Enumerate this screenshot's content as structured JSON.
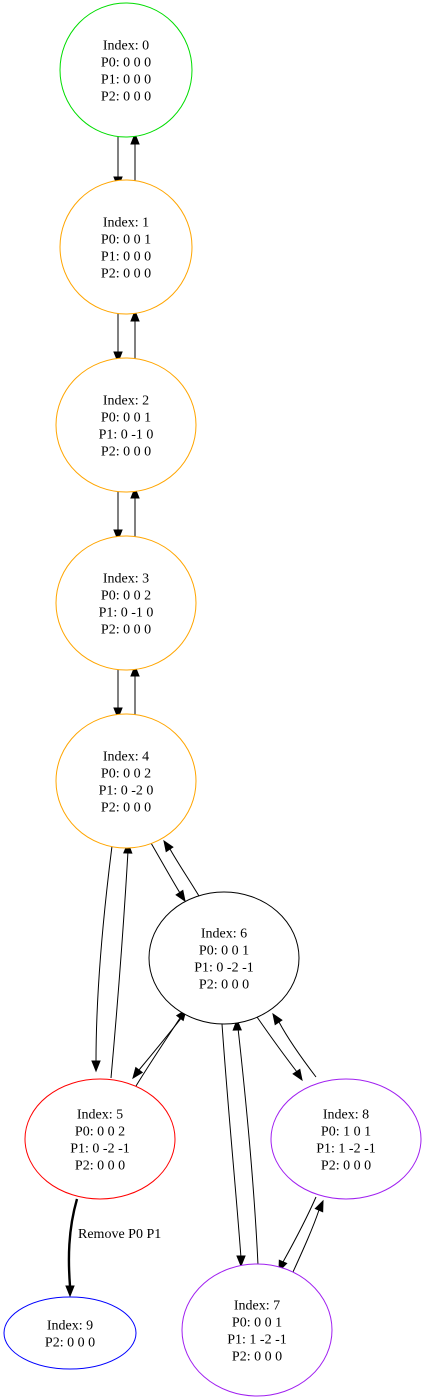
{
  "nodes": [
    {
      "id": "n0",
      "color": "#00dd00",
      "lines": [
        "Index: 0",
        "P0: 0 0 0",
        "P1: 0 0 0",
        "P2: 0 0 0"
      ]
    },
    {
      "id": "n1",
      "color": "#ffa500",
      "lines": [
        "Index: 1",
        "P0: 0 0 1",
        "P1: 0 0 0",
        "P2: 0 0 0"
      ]
    },
    {
      "id": "n2",
      "color": "#ffa500",
      "lines": [
        "Index: 2",
        "P0: 0 0 1",
        "P1: 0 -1 0",
        "P2: 0 0 0"
      ]
    },
    {
      "id": "n3",
      "color": "#ffa500",
      "lines": [
        "Index: 3",
        "P0: 0 0 2",
        "P1: 0 -1 0",
        "P2: 0 0 0"
      ]
    },
    {
      "id": "n4",
      "color": "#ffa500",
      "lines": [
        "Index: 4",
        "P0: 0 0 2",
        "P1: 0 -2 0",
        "P2: 0 0 0"
      ]
    },
    {
      "id": "n5",
      "color": "#ff0000",
      "lines": [
        "Index: 5",
        "P0: 0 0 2",
        "P1: 0 -2 -1",
        "P2: 0 0 0"
      ]
    },
    {
      "id": "n6",
      "color": "#000000",
      "lines": [
        "Index: 6",
        "P0: 0 0 1",
        "P1: 0 -2 -1",
        "P2: 0 0 0"
      ]
    },
    {
      "id": "n7",
      "color": "#a020f0",
      "lines": [
        "Index: 7",
        "P0: 0 0 1",
        "P1: 1 -2 -1",
        "P2: 0 0 0"
      ]
    },
    {
      "id": "n8",
      "color": "#a020f0",
      "lines": [
        "Index: 8",
        "P0: 1 0 1",
        "P1: 1 -2 -1",
        "P2: 0 0 0"
      ]
    },
    {
      "id": "n9",
      "color": "#0000ff",
      "lines": [
        "Index: 9",
        "P2: 0 0 0"
      ]
    }
  ],
  "edges": [
    {
      "from": "n0",
      "to": "n1"
    },
    {
      "from": "n1",
      "to": "n0"
    },
    {
      "from": "n1",
      "to": "n2"
    },
    {
      "from": "n2",
      "to": "n1"
    },
    {
      "from": "n2",
      "to": "n3"
    },
    {
      "from": "n3",
      "to": "n2"
    },
    {
      "from": "n3",
      "to": "n4"
    },
    {
      "from": "n4",
      "to": "n3"
    },
    {
      "from": "n4",
      "to": "n5"
    },
    {
      "from": "n5",
      "to": "n4"
    },
    {
      "from": "n4",
      "to": "n6"
    },
    {
      "from": "n6",
      "to": "n4"
    },
    {
      "from": "n5",
      "to": "n6"
    },
    {
      "from": "n6",
      "to": "n5"
    },
    {
      "from": "n6",
      "to": "n7"
    },
    {
      "from": "n7",
      "to": "n6"
    },
    {
      "from": "n6",
      "to": "n8"
    },
    {
      "from": "n8",
      "to": "n6"
    },
    {
      "from": "n7",
      "to": "n8"
    },
    {
      "from": "n8",
      "to": "n7"
    },
    {
      "from": "n5",
      "to": "n9",
      "label": "Remove P0 P1",
      "bold": true
    }
  ]
}
